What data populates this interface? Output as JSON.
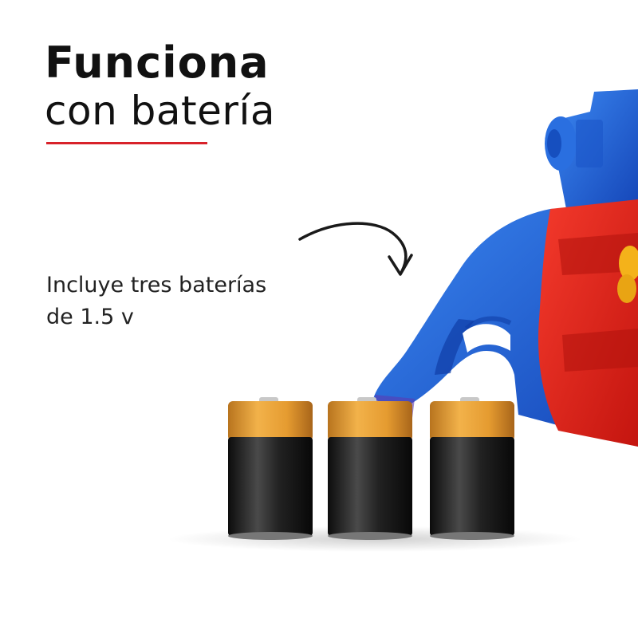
{
  "headline": {
    "line1": "Funciona",
    "line2": "con batería"
  },
  "caption": {
    "line1": "Incluye tres baterías",
    "line2": "de 1.5 v"
  },
  "colors": {
    "accent_red": "#d8222a",
    "toy_blue": "#1f5fd6",
    "toy_red": "#e2231a",
    "battery_gold": "#d9922c",
    "battery_black": "#1a1a1a"
  },
  "image": {
    "battery_count": 3,
    "icons": [
      "curved-arrow-icon"
    ]
  }
}
